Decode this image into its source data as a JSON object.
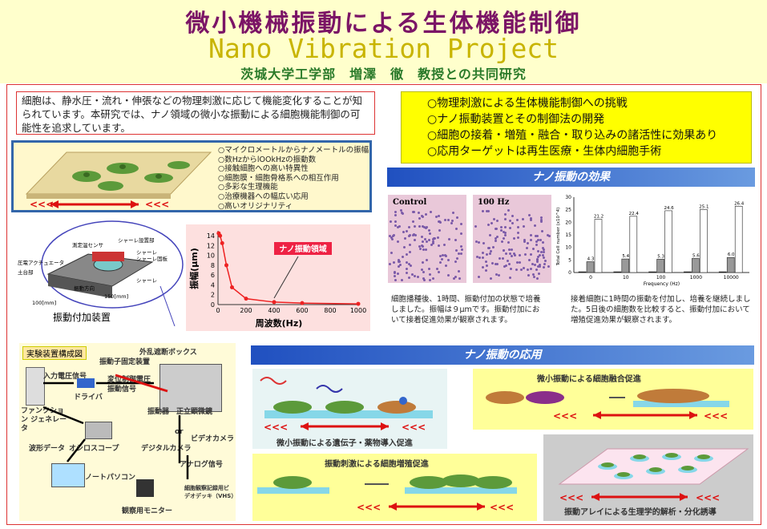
{
  "header": {
    "title_jp": "微小機械振動による生体機能制御",
    "title_en": "Nano Vibration Project",
    "subtitle": "茨城大学工学部　増澤　徹　教授との共同研究"
  },
  "intro": "細胞は、静水圧・流れ・伸張などの物理刺激に応じて機能変化することが知られています。本研究では、ナノ領域の微小な振動による細胞機能制御の可能性を追求しています。",
  "goals": [
    "○物理刺激による生体機能制御への挑戦",
    "○ナノ振動装置とその制御法の開発",
    "○細胞の接着・増殖・融合・取り込みの諸活性に効果あり",
    "○応用ターゲットは再生医療・生体内細胞手術"
  ],
  "features": [
    "○マイクロメートルからナノメートルの振幅",
    "○数HzからlOOkHzの振動数",
    "○接触細胞への高い特異性",
    "○細胞膜・細胞骨格系への相互作用",
    "○多彩な生理機能",
    "○治療機器への幅広い応用",
    "○高いオリジナリティ"
  ],
  "device": {
    "labels": [
      "シャーレ設置部",
      "測定温センサ",
      "シャーレ",
      "シャーレ固板",
      "圧電アクチュエータ",
      "土台部",
      "振動方向",
      "シャーレ",
      "100[mm]",
      "150[mm]"
    ],
    "caption": "振動付加装置"
  },
  "amp_chart": {
    "ylabel": "振幅(μm)",
    "xlabel": "周波数(Hz)",
    "region_label": "ナノ振動領域",
    "yticks": [
      "0",
      "2",
      "4",
      "6",
      "8",
      "10",
      "12",
      "14"
    ],
    "xticks": [
      "0",
      "200",
      "400",
      "600",
      "800",
      "1000"
    ]
  },
  "chart_data": [
    {
      "type": "line",
      "title": "",
      "xlabel": "周波数(Hz)",
      "ylabel": "振幅(μm)",
      "xlim": [
        0,
        1000
      ],
      "ylim": [
        0,
        15
      ],
      "series": [
        {
          "x": [
            5,
            15,
            30,
            60,
            100,
            200,
            400,
            600,
            1000
          ],
          "y": [
            14.5,
            14,
            12.5,
            8,
            3.5,
            1.2,
            0.5,
            0.3,
            0.15
          ]
        }
      ]
    },
    {
      "type": "bar",
      "title": "",
      "xlabel": "Frequency (Hz)",
      "ylabel": "Total Cell number (x10^4)",
      "ylim": [
        0,
        30
      ],
      "categories": [
        "0",
        "10",
        "100",
        "1000",
        "10000"
      ],
      "series": [
        {
          "values": [
            0.3,
            0.3,
            0.3,
            0.3,
            0.3
          ]
        },
        {
          "values": [
            4.3,
            5.4,
            5.3,
            5.6,
            6.0
          ]
        },
        {
          "values": [
            21.2,
            22.4,
            24.6,
            25.1,
            26.4
          ]
        }
      ],
      "value_labels": [
        "21.2",
        "22.4",
        "24.6",
        "25.1",
        "26.4"
      ],
      "mid_labels": [
        "4.3",
        "5.4",
        "5.3",
        "5.6",
        "6.0"
      ],
      "yticks": [
        "0",
        "5",
        "10",
        "15",
        "20",
        "25",
        "30"
      ]
    }
  ],
  "effects": {
    "section_title": "ナノ振動の効果",
    "control_label": "Control",
    "hz_label": "100 Hz",
    "left_caption": "細胞播種後、1時間、振動付加の状態で培養しました。振幅は９μmです。振動付加において接着促進効果が観察されます。",
    "right_caption": "接着細胞に1時間の振動を付加し、培養を継続しました。5日後の細胞数を比較すると、振動付加において増殖促進効果が観察されます。"
  },
  "setup": {
    "title": "実験装置構成図",
    "labels": [
      "入力電圧信号",
      "ドライバ",
      "ファンクション ジェネレータ",
      "変位制御電圧",
      "振動信号",
      "外乱遮断ボックス",
      "振動子固定装置",
      "振動器",
      "正立顕微鏡",
      "波形データ",
      "オシロスコープ",
      "デジタルカメラ",
      "ビデオカメラ",
      "or",
      "ノートパソコン",
      "アナログ信号",
      "細胞観察記録用ビデオデッキ（VHS）",
      "観察用モニター"
    ]
  },
  "application": {
    "section_title": "ナノ振動の応用",
    "gene": "微小振動による遺伝子・薬物導入促進",
    "fusion": "微小振動による細胞融合促進",
    "growth": "振動刺激による細胞増殖促進",
    "array": "振動アレイによる生理学的解析・分化誘導"
  },
  "colors": {
    "title": "#7b1466",
    "title_en": "#c8b400",
    "subtitle": "#2a7a2a",
    "section": "#2050c0",
    "arrow": "#dd1111"
  }
}
